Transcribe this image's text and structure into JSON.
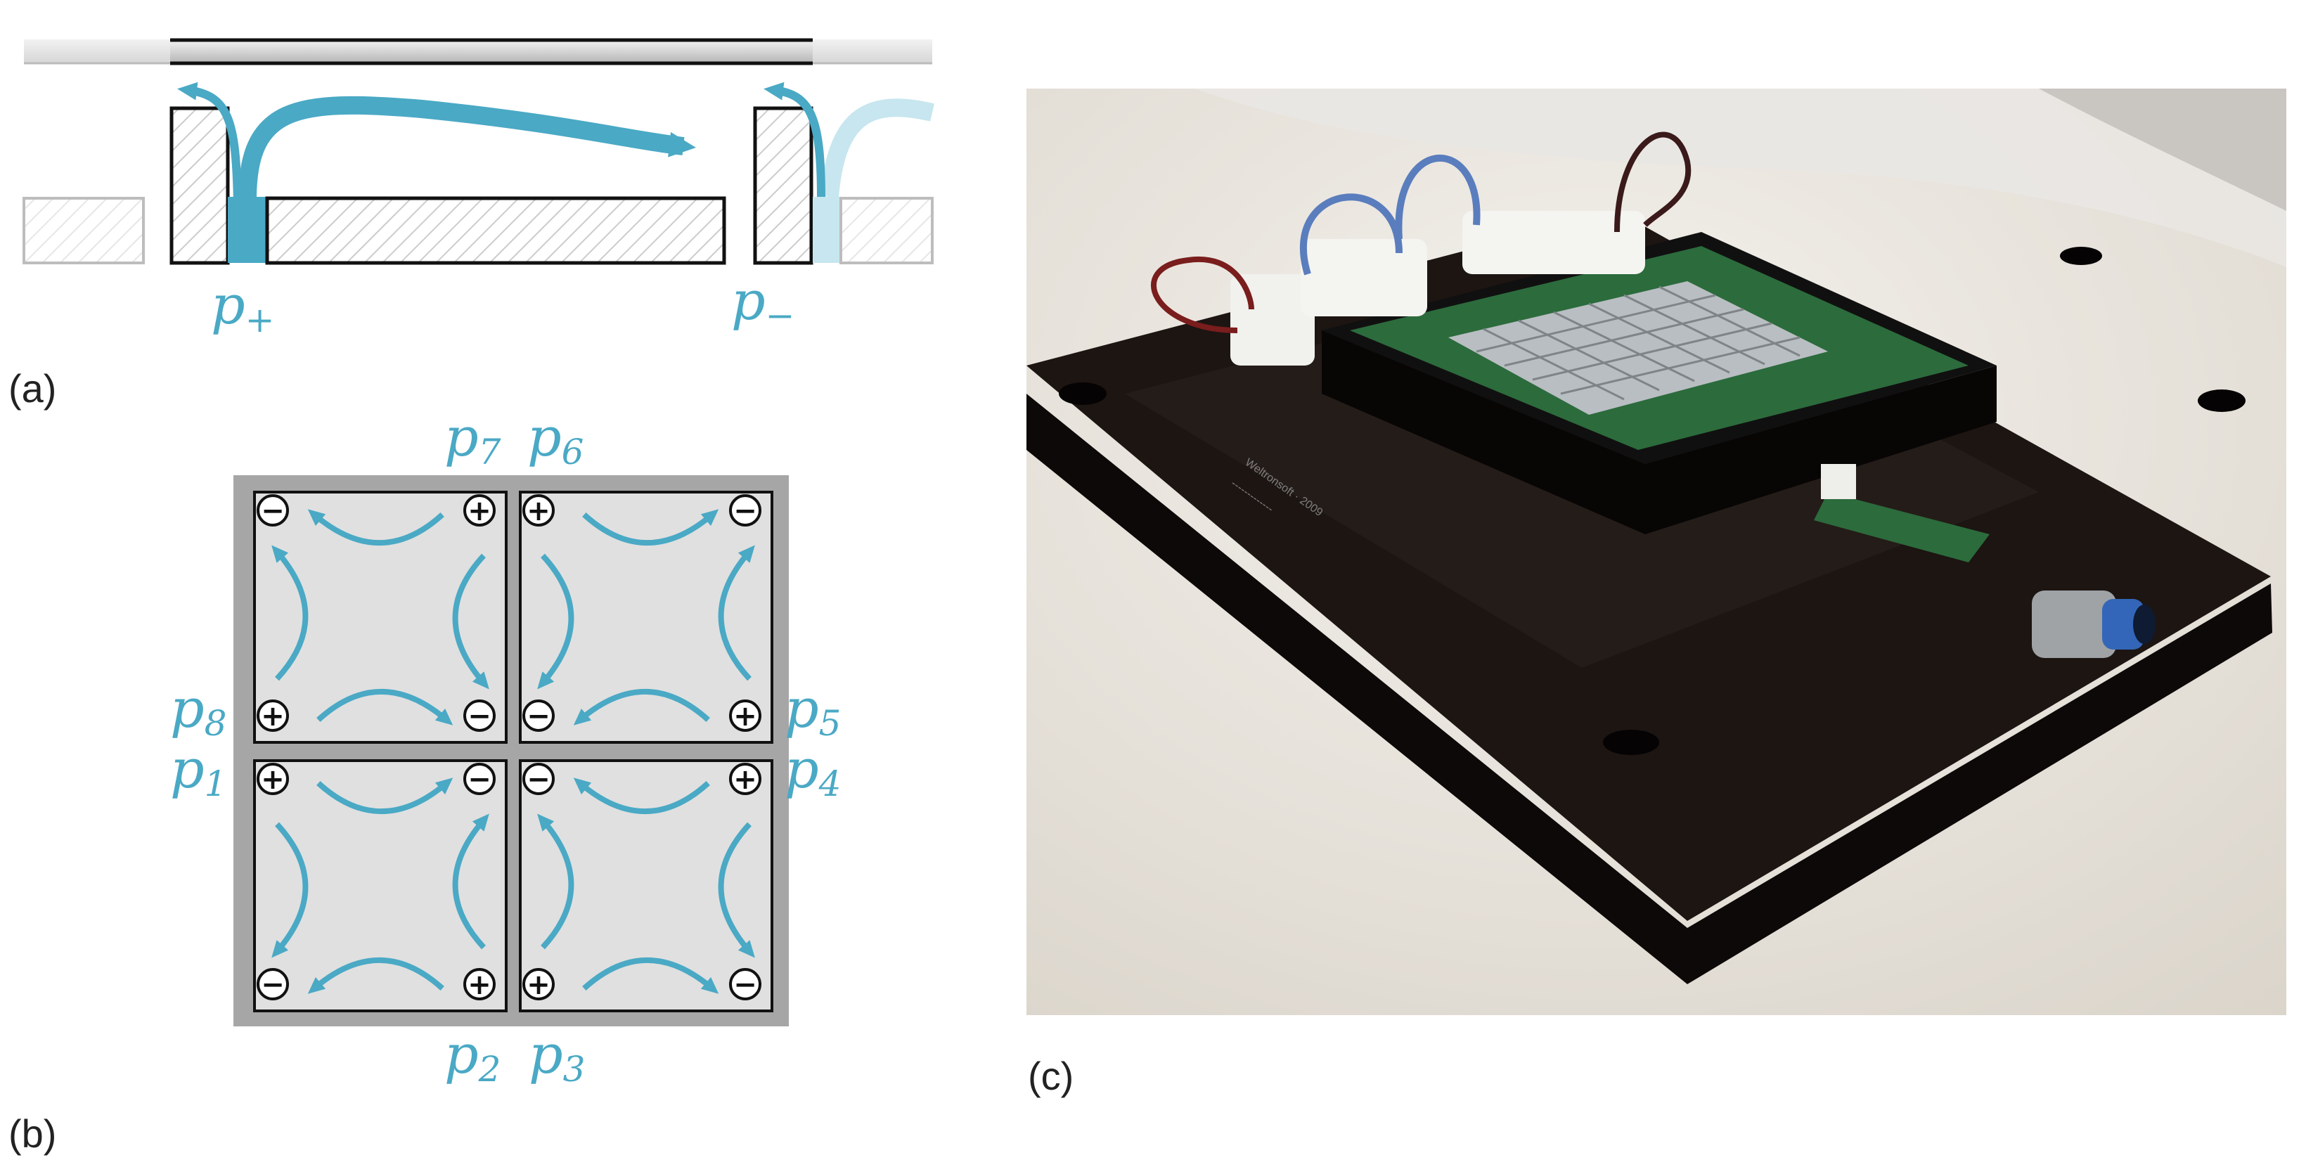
{
  "colors": {
    "flow": "#4aa9c5",
    "flow_light": "#c7e6ef",
    "outer_frame": "#a6a6a6",
    "panel": "#e0e0e0",
    "board": "#1c1512",
    "pcb": "#2c6b3c"
  },
  "panel_a": {
    "label": "(a)",
    "pressure_plus": "p",
    "pressure_plus_sub": "+",
    "pressure_minus": "p",
    "pressure_minus_sub": "−"
  },
  "panel_b": {
    "label": "(b)",
    "ports": [
      {
        "base": "p",
        "sub": "7"
      },
      {
        "base": "p",
        "sub": "6"
      },
      {
        "base": "p",
        "sub": "8"
      },
      {
        "base": "p",
        "sub": "5"
      },
      {
        "base": "p",
        "sub": "1"
      },
      {
        "base": "p",
        "sub": "4"
      },
      {
        "base": "p",
        "sub": "2"
      },
      {
        "base": "p",
        "sub": "3"
      }
    ],
    "cells": [
      {
        "signs": [
          "−",
          "+",
          "+",
          "−"
        ]
      },
      {
        "signs": [
          "+",
          "−",
          "−",
          "+"
        ]
      },
      {
        "signs": [
          "+",
          "−",
          "−",
          "+"
        ]
      },
      {
        "signs": [
          "−",
          "+",
          "+",
          "−"
        ]
      }
    ]
  },
  "panel_c": {
    "label": "(c)"
  }
}
